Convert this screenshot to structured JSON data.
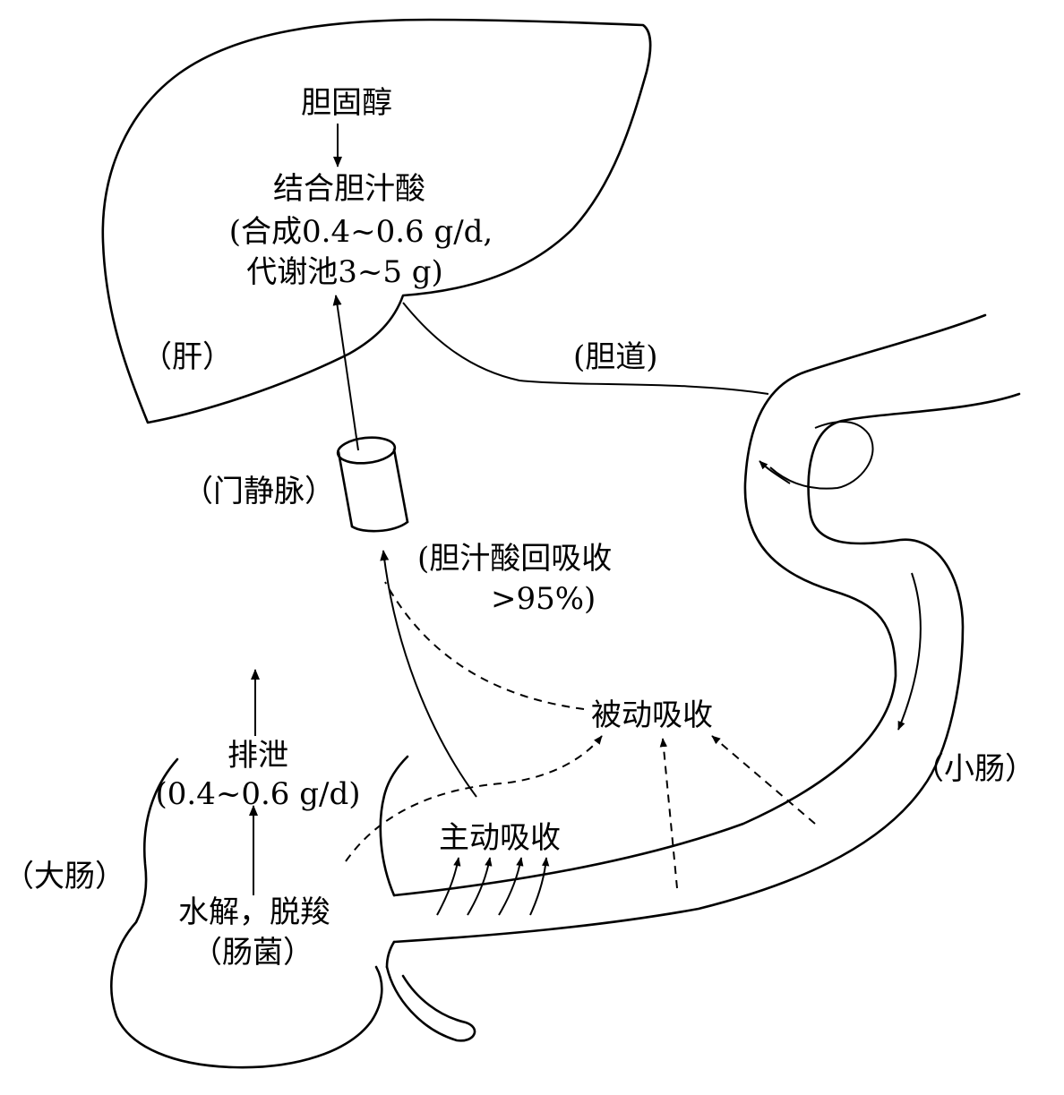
{
  "labels": {
    "cholesterol": "胆固醇",
    "conjugated_bile_acid": "结合胆汁酸",
    "synthesis": "(合成0.4~0.6 g/d,",
    "pool": "代谢池3~5 g)",
    "liver": "（肝）",
    "bile_duct": "(胆道)",
    "portal_vein": "（门静脉）",
    "reabsorption": "(胆汁酸回吸收",
    "reabsorption_pct": ">95%)",
    "passive_absorption": "被动吸收",
    "small_intestine": "（小肠）",
    "excretion": "排泄",
    "excretion_rate": "(0.4~0.6 g/d)",
    "active_absorption": "主动吸收",
    "large_intestine": "（大肠）",
    "hydrolysis": "水解，脱羧",
    "bacteria": "（肠菌）"
  }
}
